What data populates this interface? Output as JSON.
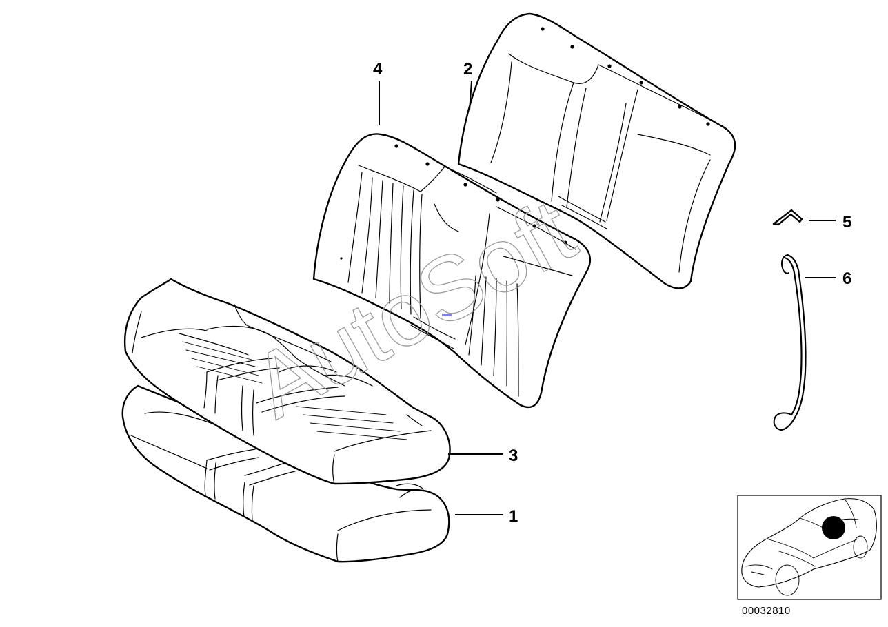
{
  "callouts": [
    {
      "id": "1",
      "label": "1"
    },
    {
      "id": "2",
      "label": "2"
    },
    {
      "id": "3",
      "label": "3"
    },
    {
      "id": "4",
      "label": "4"
    },
    {
      "id": "5",
      "label": "5"
    },
    {
      "id": "6",
      "label": "6"
    }
  ],
  "watermark": "AutoSoft",
  "document_number": "00032810",
  "colors": {
    "line": "#000000",
    "background": "#ffffff",
    "watermark": "#9a9a9a",
    "marker": "#8080ff"
  }
}
